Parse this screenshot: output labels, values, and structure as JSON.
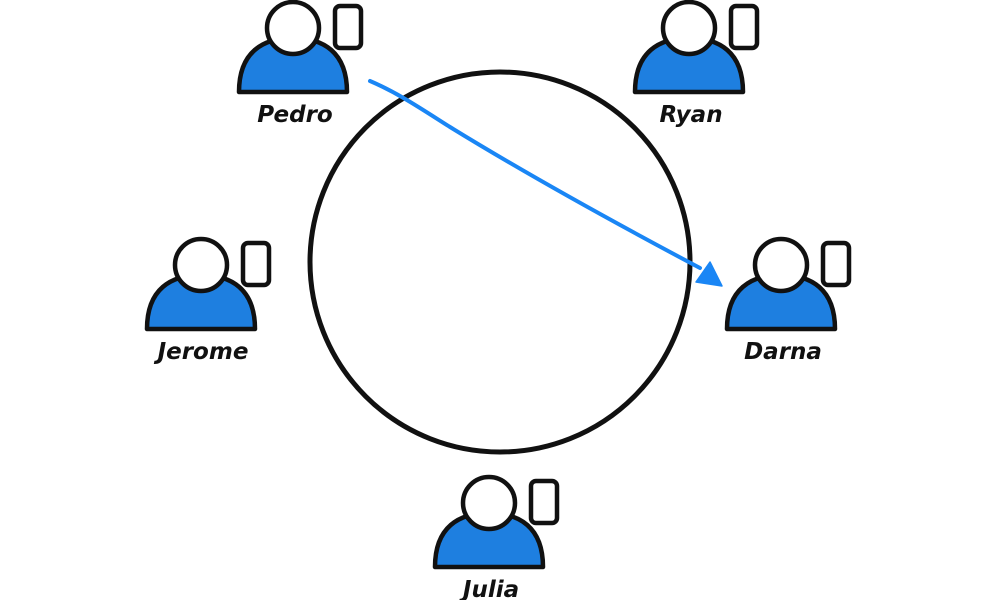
{
  "colors": {
    "outline": "#111111",
    "person_fill": "#1E7FE0",
    "arrow": "#1A86F5",
    "background": "#ffffff"
  },
  "people": [
    {
      "id": "pedro",
      "name": "Pedro",
      "icon": "person-with-card-icon"
    },
    {
      "id": "ryan",
      "name": "Ryan",
      "icon": "person-with-card-icon"
    },
    {
      "id": "jerome",
      "name": "Jerome",
      "icon": "person-with-card-icon"
    },
    {
      "id": "darna",
      "name": "Darna",
      "icon": "person-with-card-icon"
    },
    {
      "id": "julia",
      "name": "Julia",
      "icon": "person-with-card-icon"
    }
  ],
  "arrow": {
    "from": "Pedro",
    "to": "Darna"
  }
}
